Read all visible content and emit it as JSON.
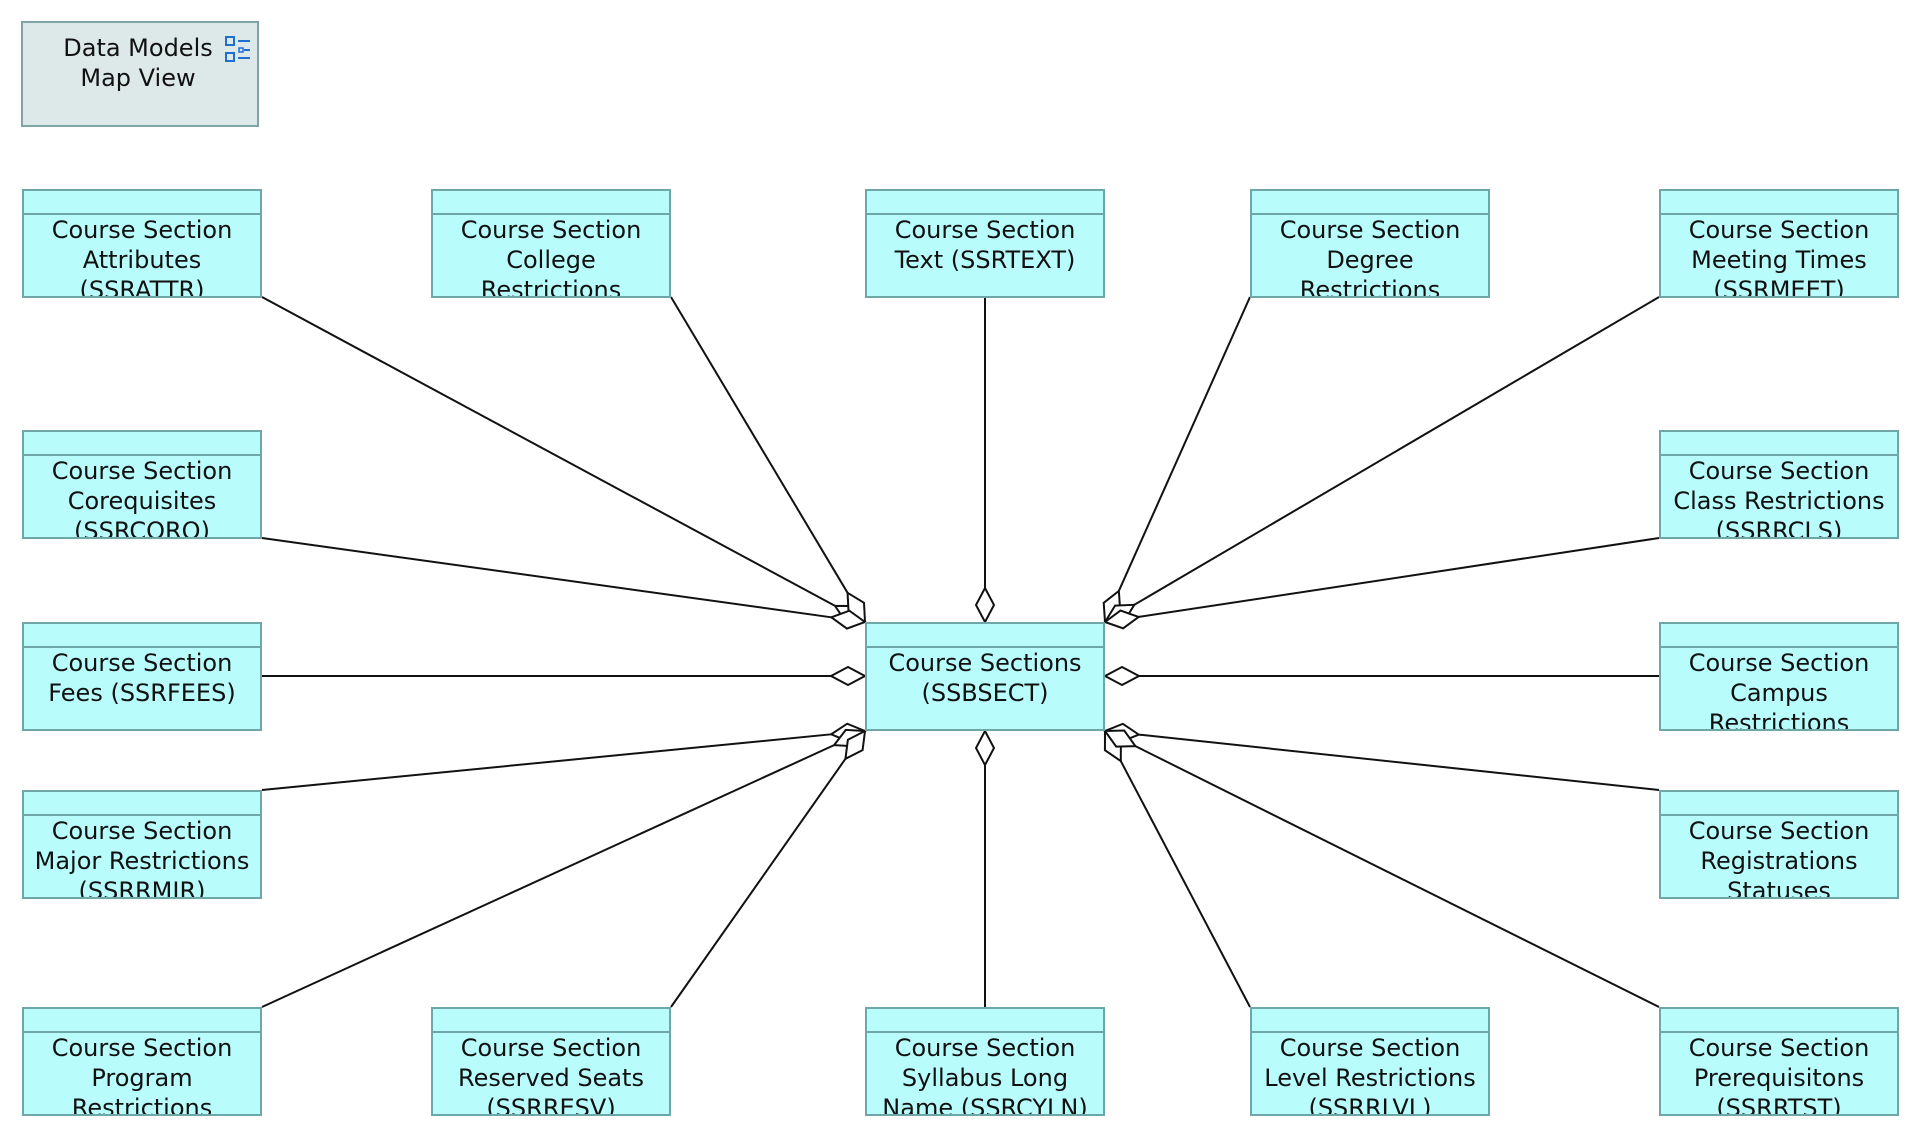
{
  "header": {
    "title": "Data Models\nMap View",
    "icon": "tree-view-icon"
  },
  "center_entity": {
    "label": "Course Sections\n(SSBSECT)"
  },
  "entities": [
    {
      "id": "ssrattr",
      "label": "Course Section\nAttributes\n(SSRATTR)"
    },
    {
      "id": "college",
      "label": "Course Section\nCollege\nRestrictions"
    },
    {
      "id": "ssrtext",
      "label": "Course Section\nText (SSRTEXT)"
    },
    {
      "id": "degree",
      "label": "Course Section\nDegree\nRestrictions"
    },
    {
      "id": "ssrmeet",
      "label": "Course Section\nMeeting Times\n(SSRMEET)"
    },
    {
      "id": "ssrcorq",
      "label": "Course Section\nCorequisites\n(SSRCORQ)"
    },
    {
      "id": "ssrrcls",
      "label": "Course Section\nClass Restrictions\n(SSRRCLS)"
    },
    {
      "id": "ssrfees",
      "label": "Course Section\nFees (SSRFEES)"
    },
    {
      "id": "campus",
      "label": "Course Section\nCampus\nRestrictions"
    },
    {
      "id": "ssrrmjr",
      "label": "Course Section\nMajor Restrictions\n(SSRRMJR)"
    },
    {
      "id": "ssrrsts",
      "label": "Course Section\nRegistrations\nStatuses (SSRRSTS)"
    },
    {
      "id": "program",
      "label": "Course Section\nProgram\nRestrictions"
    },
    {
      "id": "ssrresv",
      "label": "Course Section\nReserved Seats\n(SSRRESV)"
    },
    {
      "id": "ssrcyln",
      "label": "Course Section\nSyllabus Long\nName (SSRCYLN)"
    },
    {
      "id": "ssrrlvl",
      "label": "Course Section\nLevel Restrictions\n(SSRRLVL)"
    },
    {
      "id": "ssrrtst",
      "label": "Course Section\nPrerequisitons\n(SSRRTST)"
    }
  ],
  "colors": {
    "entity_fill": "#b8fcfc",
    "entity_border": "#6fa6a8",
    "header_fill": "#dde9e9",
    "header_border": "#7fa5a8",
    "line": "#111111",
    "icon": "#1f6fd1"
  }
}
